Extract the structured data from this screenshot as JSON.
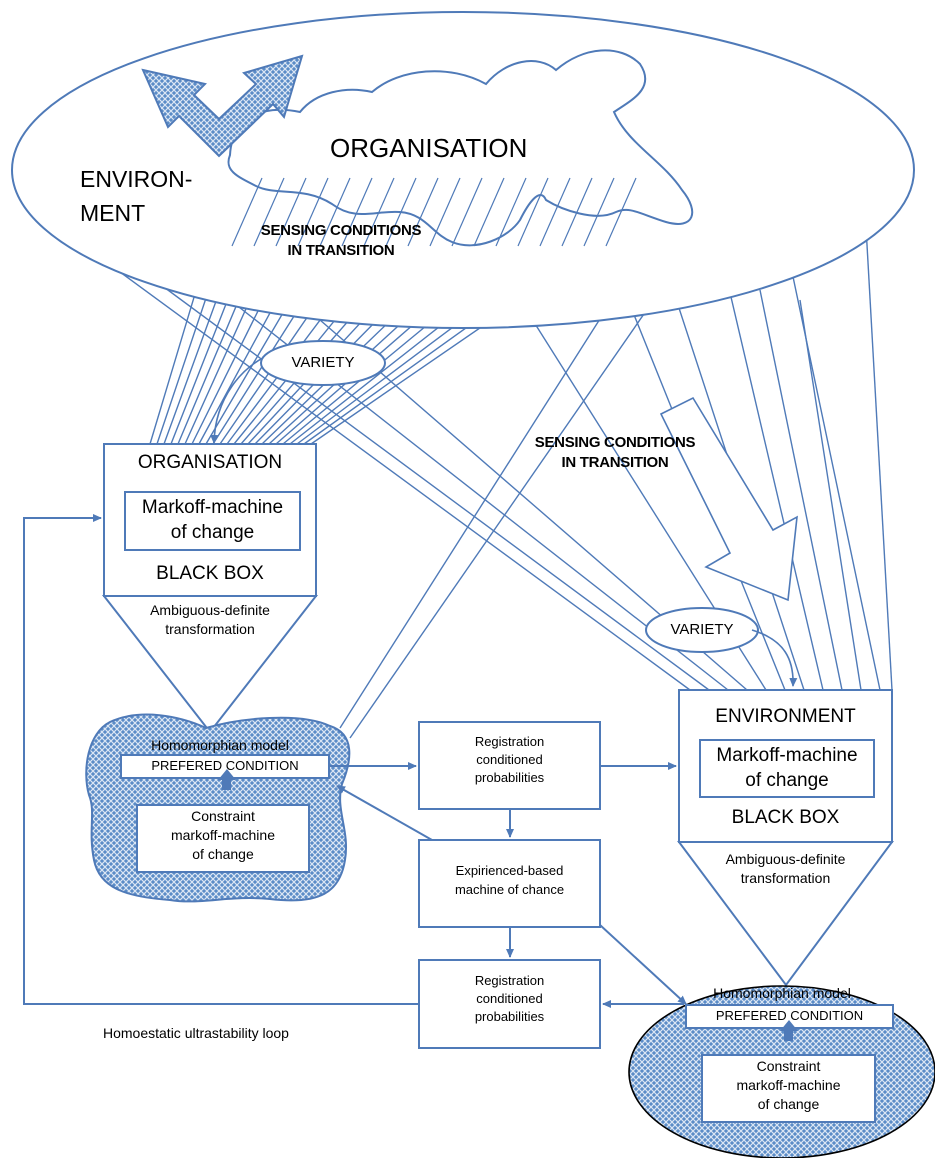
{
  "colors": {
    "line": "#4f7ab8",
    "fill": "#5b8cc7",
    "fill_light": "#dbe6f4",
    "text": "#000000"
  },
  "top": {
    "organisation": "ORGANISATION",
    "environment_line1": "ENVIRON-",
    "environment_line2": "MENT",
    "sensing_1_line1": "SENSING CONDITIONS",
    "sensing_1_line2": "IN TRANSITION"
  },
  "middle": {
    "sensing_2_line1": "SENSING CONDITIONS",
    "sensing_2_line2": "IN TRANSITION",
    "variety_left": "VARIETY",
    "variety_right": "VARIETY"
  },
  "org_box": {
    "title": "ORGANISATION",
    "inner_line1": "Markoff-machine",
    "inner_line2": "of change",
    "black_box": "BLACK BOX",
    "transform_line1": "Ambiguous-definite",
    "transform_line2": "transformation"
  },
  "env_box": {
    "title": "ENVIRONMENT",
    "inner_line1": "Markoff-machine",
    "inner_line2": "of change",
    "black_box": "BLACK BOX",
    "transform_line1": "Ambiguous-definite",
    "transform_line2": "transformation"
  },
  "org_model": {
    "title": "Homomorphian model",
    "preferred": "PREFERED CONDITION",
    "constraint_line1": "Constraint",
    "constraint_line2": "markoff-machine",
    "constraint_line3": "of change"
  },
  "env_model": {
    "title": "Homomorphian model",
    "preferred": "PREFERED CONDITION",
    "constraint_line1": "Constraint",
    "constraint_line2": "markoff-machine",
    "constraint_line3": "of change"
  },
  "process": {
    "reg1_line1": "Registration",
    "reg1_line2": "conditioned",
    "reg1_line3": "probabilities",
    "exp_line1": "Expirienced-based",
    "exp_line2": "machine of chance",
    "reg2_line1": "Registration",
    "reg2_line2": "conditioned",
    "reg2_line3": "probabilities"
  },
  "loop_label": "Homoestatic ultrastability loop"
}
